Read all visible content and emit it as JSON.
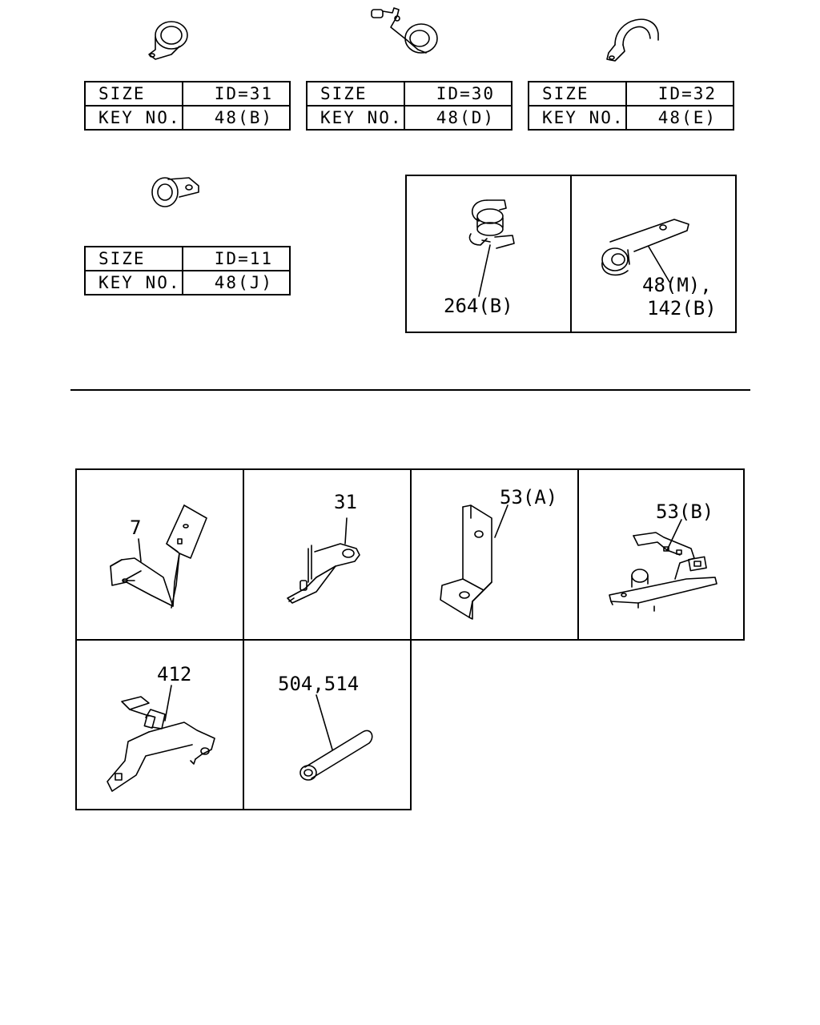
{
  "clip_tables": [
    {
      "size_label": "SIZE",
      "size_value": "ID=31",
      "key_label": "KEY NO.",
      "key_value": "48(B)"
    },
    {
      "size_label": "SIZE",
      "size_value": "ID=30",
      "key_label": "KEY NO.",
      "key_value": "48(D)"
    },
    {
      "size_label": "SIZE",
      "size_value": "ID=32",
      "key_label": "KEY NO.",
      "key_value": "48(E)"
    },
    {
      "size_label": "SIZE",
      "size_value": "ID=11",
      "key_label": "KEY NO.",
      "key_value": "48(J)"
    }
  ],
  "boxed_parts": [
    {
      "label": "264(B)"
    },
    {
      "label_line1": "48(M),",
      "label_line2": "142(B)"
    }
  ],
  "bracket_parts": [
    {
      "label": "7"
    },
    {
      "label": "31"
    },
    {
      "label": "53(A)"
    },
    {
      "label": "53(B)"
    },
    {
      "label": "412"
    },
    {
      "label": "504,514"
    }
  ]
}
